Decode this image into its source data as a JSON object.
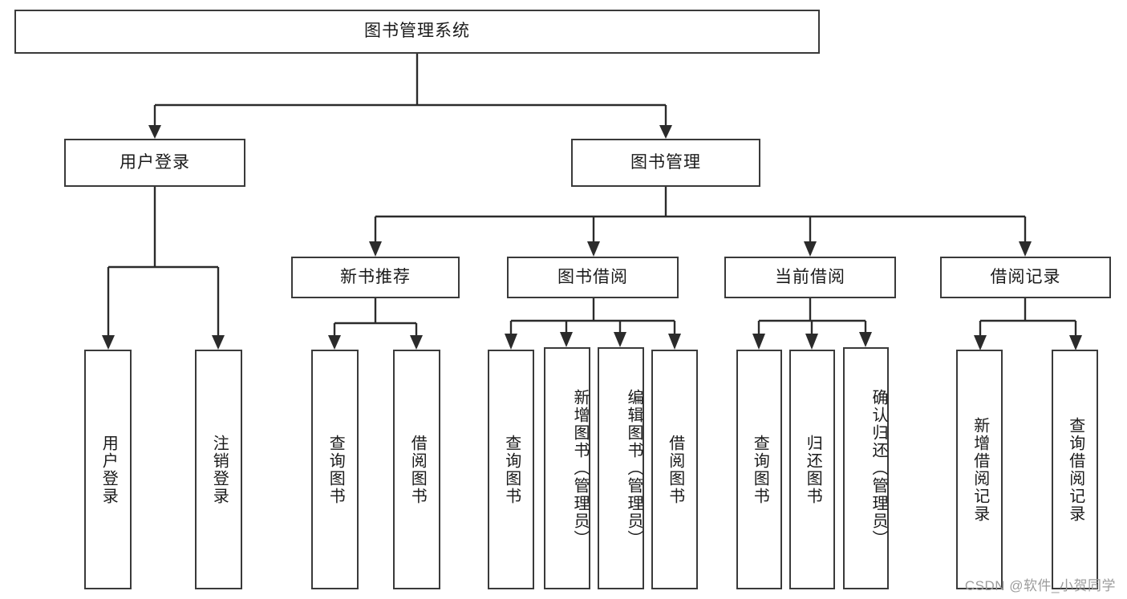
{
  "diagram": {
    "type": "tree-hierarchy",
    "title": "图书管理系统",
    "watermark": "CSDN @软件_小贺同学",
    "colors": {
      "stroke": "#2b2b2b",
      "box_border": "#3a3a3a",
      "background": "#ffffff",
      "text": "#1a1a1a",
      "watermark": "#9c9c9c"
    },
    "root": {
      "label": "图书管理系统"
    },
    "level1": [
      {
        "label": "用户登录"
      },
      {
        "label": "图书管理"
      }
    ],
    "level2": [
      {
        "label": "新书推荐"
      },
      {
        "label": "图书借阅"
      },
      {
        "label": "当前借阅"
      },
      {
        "label": "借阅记录"
      }
    ],
    "leaves": {
      "user_login": [
        {
          "label": "用户登录"
        },
        {
          "label": "注销登录"
        }
      ],
      "new_book_recommend": [
        {
          "label": "查询图书"
        },
        {
          "label": "借阅图书"
        }
      ],
      "book_borrow": [
        {
          "label": "查询图书"
        },
        {
          "label": "新增图书（管理员）"
        },
        {
          "label": "编辑图书（管理员）"
        },
        {
          "label": "借阅图书"
        }
      ],
      "current_borrow": [
        {
          "label": "查询图书"
        },
        {
          "label": "归还图书"
        },
        {
          "label": "确认归还（管理员）"
        }
      ],
      "borrow_record": [
        {
          "label": "新增借阅记录"
        },
        {
          "label": "查询借阅记录"
        }
      ]
    }
  }
}
